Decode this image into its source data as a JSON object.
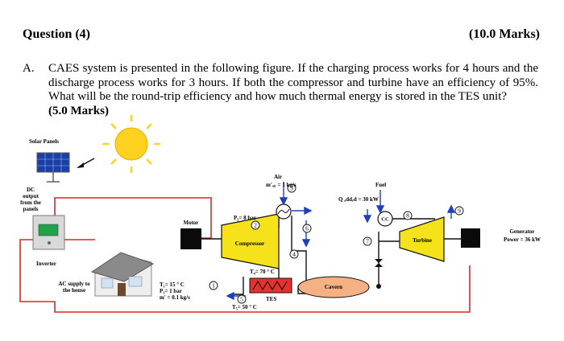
{
  "question": {
    "title": "Question (4)",
    "marks": "(10.0 Marks)",
    "part_letter": "A.",
    "part_text": "CAES system is presented in the following figure. If the charging process works for 4 hours and the discharge process works for 3 hours. If both the compressor and turbine have an efficiency of 95%. What will be the round-trip efficiency and how much thermal energy is stored in the TES unit?",
    "part_marks": "(5.0 Marks)"
  },
  "diagram": {
    "solar_panels": "Solar Panels",
    "dc_line1": "DC",
    "dc_line2": "output",
    "dc_line3": "from the",
    "dc_line4": "panels",
    "inverter": "Inverter",
    "ac_line1": "AC supply to",
    "ac_line2": "the house",
    "motor": "Motor",
    "compressor": "Compressor",
    "p2": "P₂= 8 bar",
    "air": "Air",
    "air_flow": "m'ₐᵢᵣ = 1 kg/s",
    "t1": "T₁= 15 ° C",
    "p1": "P₁= 1 bar",
    "m1": "m' = 0.1 kg/s",
    "t4": "T₄= 70 ° C",
    "tes": "TES",
    "t5": "T₅= 50 ° C",
    "cavern": "Cavern",
    "q_added": "Q ₐddₑd = 30 kW",
    "fuel": "Fuel",
    "cc": "CC",
    "turbine": "Turbine",
    "generator_line1": "Generator",
    "generator_line2": "Power = 36 kW",
    "state1": "1",
    "state2": "2",
    "state3": "3",
    "state4": "4",
    "state5": "5",
    "state6": "6",
    "state7": "7",
    "state8": "8",
    "state9": "9",
    "colors": {
      "wire": "#d62828",
      "compressor": "#f5e21b",
      "cavern": "#f4b183",
      "tes": "#e83030",
      "sun": "#ffd21f",
      "flow": "#1f3fbf"
    }
  }
}
